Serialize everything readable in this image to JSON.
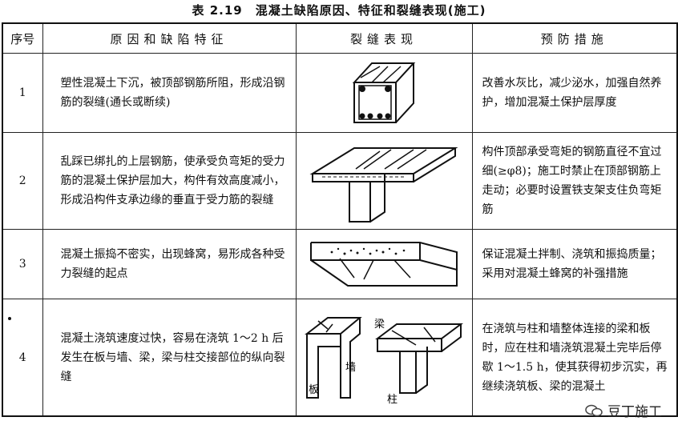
{
  "title": "表 2.19　混凝土缺陷原因、特征和裂缝表现(施工)",
  "headers": {
    "num": "序号",
    "cause": "原因和缺陷特征",
    "crack": "裂缝表现",
    "prevent": "预防措施"
  },
  "rows": [
    {
      "num": "1",
      "cause": "塑性混凝土下沉，被顶部钢筋所阻，形成沿钢筋的裂缝(通长或断续)",
      "prevent": "改善水灰比，减少泌水，加强自然养护，增加混凝土保护层厚度"
    },
    {
      "num": "2",
      "cause": "乱踩已绑扎的上层钢筋，使承受负弯矩的受力筋的混凝土保护层加大，构件有效高度减小，形成沿构件支承边缘的垂直于受力筋的裂缝",
      "prevent": "构件顶部承受弯矩的钢筋直径不宜过细(≥φ8)；施工时禁止在顶部钢筋上走动；必要时设置铁支架支住负弯矩筋"
    },
    {
      "num": "3",
      "cause": "混凝土振捣不密实，出现蜂窝，易形成各种受力裂缝的起点",
      "prevent": "保证混凝土拌制、浇筑和振捣质量；采用对混凝土蜂窝的补强措施"
    },
    {
      "num": "4",
      "cause": "混凝土浇筑速度过快，容易在浇筑 1～2 h 后发生在板与墙、梁，梁与柱交接部位的纵向裂缝",
      "prevent": "在浇筑与柱和墙整体连接的梁和板时，应在柱和墙浇筑混凝土完毕后停歇 1～1.5 h，使其获得初步沉实，再继续浇筑板、梁的混凝土",
      "labels": {
        "slab": "板",
        "wall": "墙",
        "beam": "梁",
        "column": "柱"
      }
    }
  ],
  "watermark": "豆丁施工"
}
